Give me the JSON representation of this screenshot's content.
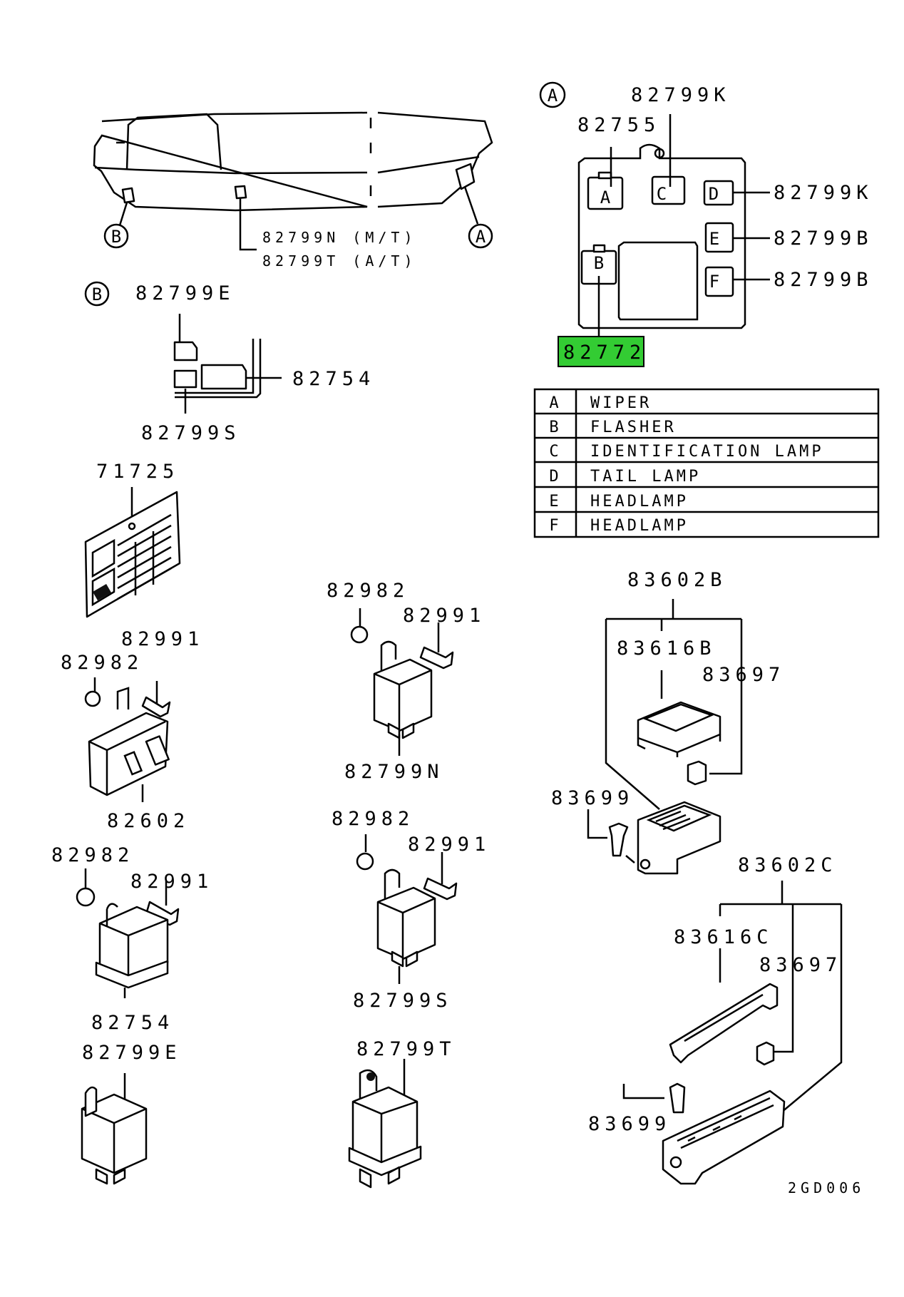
{
  "detail_markers": {
    "a": "A",
    "b": "B"
  },
  "callouts": {
    "dash_relay": "82799N (M/T)",
    "dash_relay_at": "82799T (A/T)",
    "detail_a_top": "82799K",
    "detail_a_82755": "82755",
    "detail_a_d": "82799K",
    "detail_a_e": "82799B",
    "detail_a_f": "82799B",
    "detail_a_b_highlighted": "82772",
    "detail_b_top": "82799E",
    "detail_b_right": "82754",
    "detail_b_bottom": "82799S",
    "label_plate": "71725",
    "nut_1": "82982",
    "bolt_1": "82991",
    "flasher_unit": "82602",
    "nut_2": "82982",
    "bolt_2": "82991",
    "relay_82754": "82754",
    "relay_82799E": "82799E",
    "nut_3": "82982",
    "bolt_3": "82991",
    "relay_82799N": "82799N",
    "nut_4": "82982",
    "bolt_4": "82991",
    "relay_82799S": "82799S",
    "relay_82799T": "82799T",
    "fuse_box_b": "83602B",
    "fuse_cover_b": "83616B",
    "fuse_b": "83697",
    "screw_b": "83699",
    "fuse_box_c": "83602C",
    "fuse_cover_c": "83616C",
    "fuse_c": "83697",
    "screw_c": "83699",
    "drawing_id": "2GD006"
  },
  "relay_block_slots": [
    "A",
    "B",
    "C",
    "D",
    "E",
    "F"
  ],
  "legend_table": {
    "rows": [
      {
        "key": "A",
        "value": "WIPER"
      },
      {
        "key": "B",
        "value": "FLASHER"
      },
      {
        "key": "C",
        "value": "IDENTIFICATION LAMP"
      },
      {
        "key": "D",
        "value": "TAIL LAMP"
      },
      {
        "key": "E",
        "value": "HEADLAMP"
      },
      {
        "key": "F",
        "value": "HEADLAMP"
      }
    ]
  },
  "highlight_color": "#33cc33"
}
